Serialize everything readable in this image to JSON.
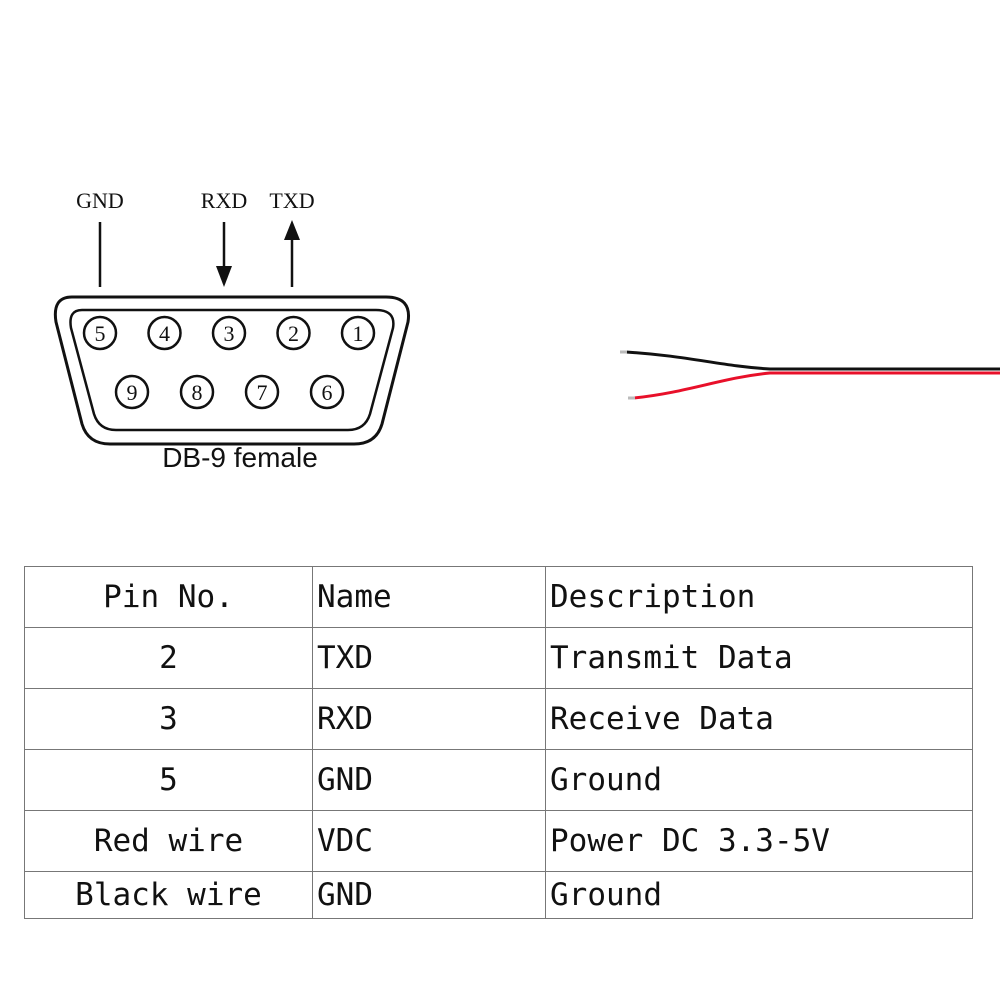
{
  "connector": {
    "caption": "DB-9 female",
    "signal_labels": {
      "gnd": "GND",
      "rxd": "RXD",
      "txd": "TXD"
    },
    "top_row_pins": [
      "5",
      "4",
      "3",
      "2",
      "1"
    ],
    "bottom_row_pins": [
      "9",
      "8",
      "7",
      "6"
    ]
  },
  "cable": {
    "wire_colors": {
      "black": "#111111",
      "red": "#e8102a"
    }
  },
  "table": {
    "headers": [
      "Pin No.",
      "Name",
      "Description"
    ],
    "rows": [
      [
        "2",
        "TXD",
        "Transmit Data"
      ],
      [
        "3",
        "RXD",
        "Receive Data"
      ],
      [
        "5",
        "GND",
        "Ground"
      ],
      [
        "Red wire",
        "VDC",
        "Power DC 3.3-5V"
      ],
      [
        "Black wire",
        "GND",
        "Ground"
      ]
    ]
  }
}
